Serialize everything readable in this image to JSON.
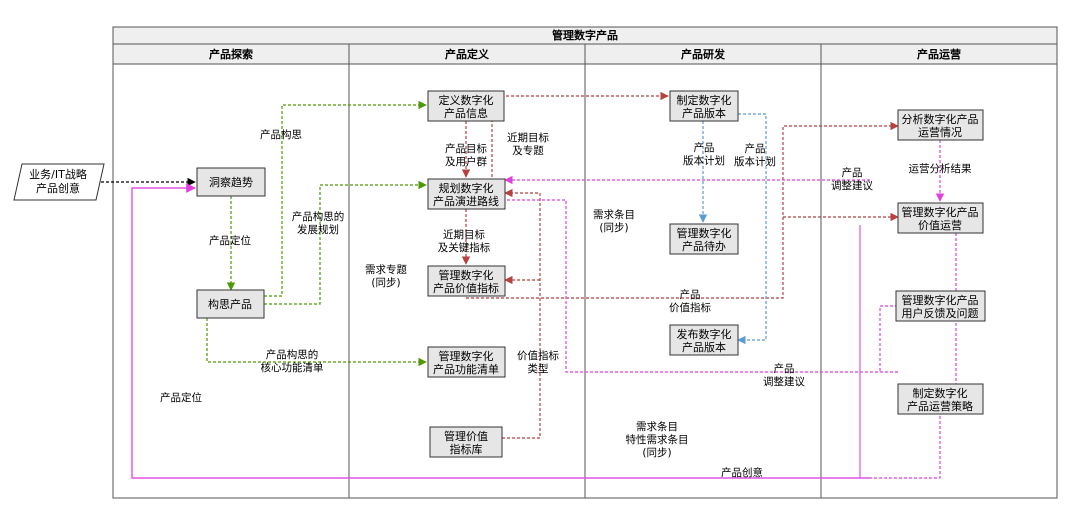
{
  "diagram": {
    "title": "管理数字产品",
    "lanes": [
      "产品探索",
      "产品定义",
      "产品研发",
      "产品运营"
    ],
    "source": [
      "业务/IT战略",
      "产品创意"
    ],
    "nodes": {
      "insight": [
        "洞察趋势"
      ],
      "concept": [
        "构思产品"
      ],
      "define_info": [
        "定义数字化",
        "产品信息"
      ],
      "roadmap": [
        "规划数字化",
        "产品演进路线"
      ],
      "value_metrics": [
        "管理数字化",
        "产品价值指标"
      ],
      "func_list": [
        "管理数字化",
        "产品功能清单"
      ],
      "metric_lib": [
        "管理价值",
        "指标库"
      ],
      "release_plan": [
        "制定数字化",
        "产品版本"
      ],
      "backlog": [
        "管理数字化",
        "产品待办"
      ],
      "publish": [
        "发布数字化",
        "产品版本"
      ],
      "analyze_ops": [
        "分析数字化产品",
        "运营情况"
      ],
      "value_ops": [
        "管理数字化产品",
        "价值运营"
      ],
      "feedback": [
        "管理数字化产品",
        "用户反馈及问题"
      ],
      "ops_strategy": [
        "制定数字化",
        "产品运营策略"
      ]
    },
    "labels": {
      "concept_a": [
        "产品构思"
      ],
      "position_a": [
        "产品定位"
      ],
      "concept_dev": [
        "产品构思的",
        "发展规划"
      ],
      "concept_core": [
        "产品构思的",
        "核心功能清单"
      ],
      "position_b": [
        "产品定位"
      ],
      "goal_users": [
        "产品目标",
        "及用户群"
      ],
      "near_topic": [
        "近期目标",
        "及专题"
      ],
      "near_key": [
        "近期目标",
        "及关键指标"
      ],
      "req_topic": [
        "需求专题",
        "(同步)"
      ],
      "value_type": [
        "价值指标",
        "类型"
      ],
      "prod_plan_a": [
        "产品",
        "版本计划"
      ],
      "prod_plan_b": [
        "产品",
        "版本计划"
      ],
      "req_sync": [
        "需求条目",
        "(同步)"
      ],
      "prod_value": [
        "产品",
        "价值指标"
      ],
      "req_feature": [
        "需求条目",
        "特性需求条目",
        "(同步)"
      ],
      "adjust_a": [
        "产品",
        "调整建议"
      ],
      "ops_result": [
        "运营分析结果"
      ],
      "adjust_b": [
        "产品",
        "调整建议"
      ],
      "idea_back": [
        "产品创意"
      ]
    },
    "colors": {
      "green": "#4e9a06",
      "red": "#b5423f",
      "blue": "#5b9bd5",
      "pink": "#e040e0",
      "magenta": "#e055e0",
      "black": "#000000"
    }
  }
}
